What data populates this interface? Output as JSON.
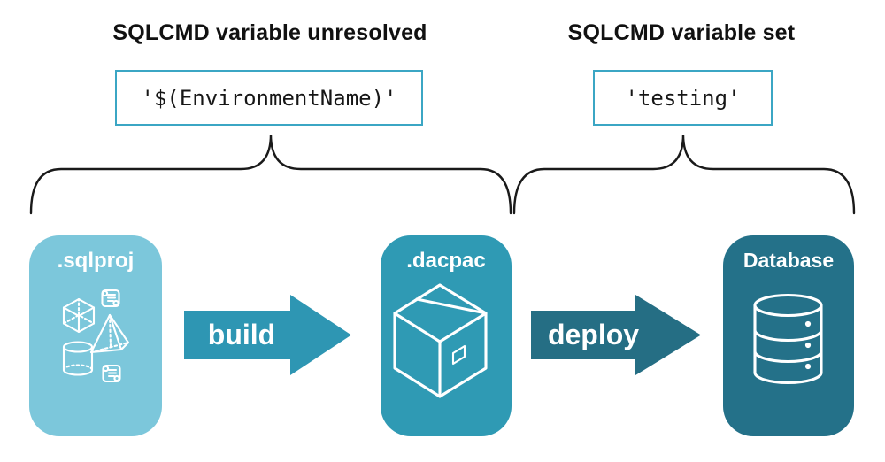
{
  "colors": {
    "sqlproj_bg": "#7CC7DB",
    "dacpac_bg": "#2F9AB4",
    "database_bg": "#247189",
    "build_arrow": "#2E96B3",
    "deploy_arrow": "#256E84",
    "code_border": "#3BA6C4",
    "heading_text": "#111111",
    "brace_stroke": "#1A1A1A",
    "node_text": "#FFFFFF",
    "code_text": "#161616",
    "icon_stroke": "#FFFFFF"
  },
  "annotations": {
    "unresolved": {
      "heading": "SQLCMD variable unresolved",
      "code_value": "'$(EnvironmentName)'"
    },
    "set": {
      "heading": "SQLCMD variable set",
      "code_value": "'testing'"
    }
  },
  "pipeline": {
    "nodes": [
      {
        "id": "sqlproj",
        "label": ".sqlproj",
        "icon": "sql-objects-icon"
      },
      {
        "id": "dacpac",
        "label": ".dacpac",
        "icon": "package-box-icon"
      },
      {
        "id": "database",
        "label": "Database",
        "icon": "database-cylinder-icon"
      }
    ],
    "arrows": [
      {
        "label": "build"
      },
      {
        "label": "deploy"
      }
    ]
  }
}
